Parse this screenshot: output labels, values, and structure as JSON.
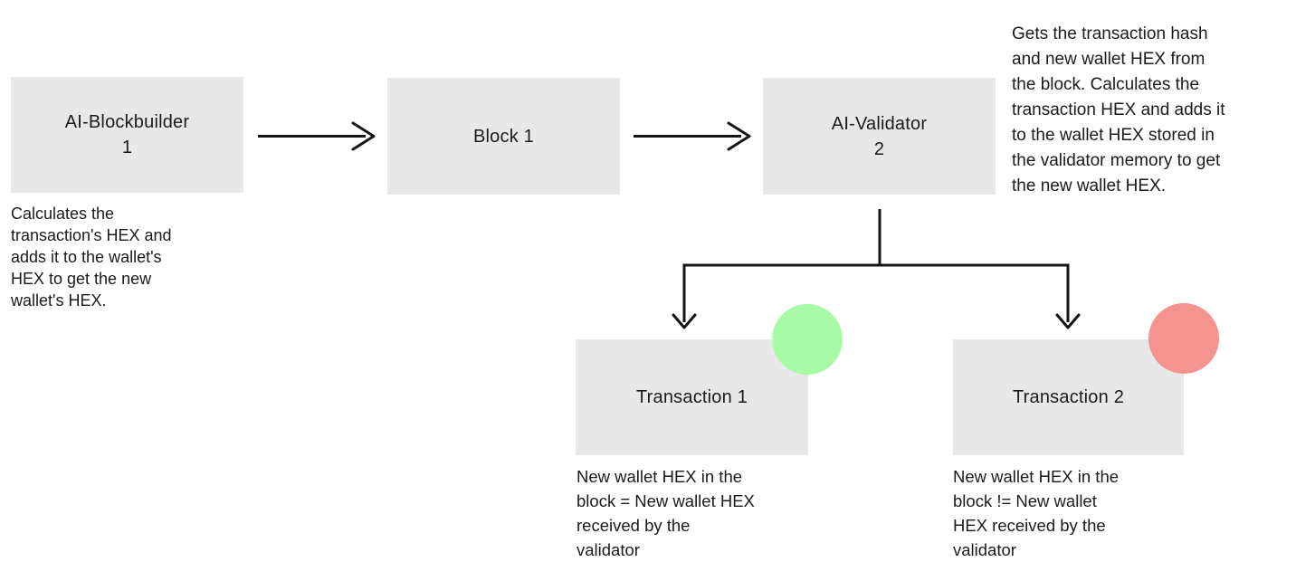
{
  "colors": {
    "canvas_bg": "#ffffff",
    "node_bg": "#e8e8e8",
    "text": "#1b1b1b",
    "line": "#151515",
    "success": "#a8fba6",
    "failure": "#f5948e"
  },
  "nodes": {
    "blockbuilder": {
      "label": "AI-Blockbuilder\n1"
    },
    "block1": {
      "label": "Block 1"
    },
    "validator": {
      "label": "AI-Validator\n2"
    },
    "tx1": {
      "label": "Transaction 1"
    },
    "tx2": {
      "label": "Transaction 2"
    }
  },
  "notes": {
    "blockbuilder": "Calculates the\ntransaction's HEX and\nadds it to the wallet's\nHEX to get the new\nwallet's HEX.",
    "validator": "Gets the transaction hash\nand new wallet HEX from\nthe block. Calculates the\ntransaction HEX and adds it\nto the wallet HEX stored in\nthe validator memory to get\nthe new wallet HEX.",
    "tx1": "New wallet HEX in the\nblock = New wallet HEX\nreceived by the\nvalidator",
    "tx2": "New wallet HEX in the\nblock != New wallet\nHEX received by the\nvalidator"
  },
  "indicators": {
    "tx1": {
      "name": "success-indicator",
      "color_key": "success"
    },
    "tx2": {
      "name": "failure-indicator",
      "color_key": "failure"
    }
  }
}
